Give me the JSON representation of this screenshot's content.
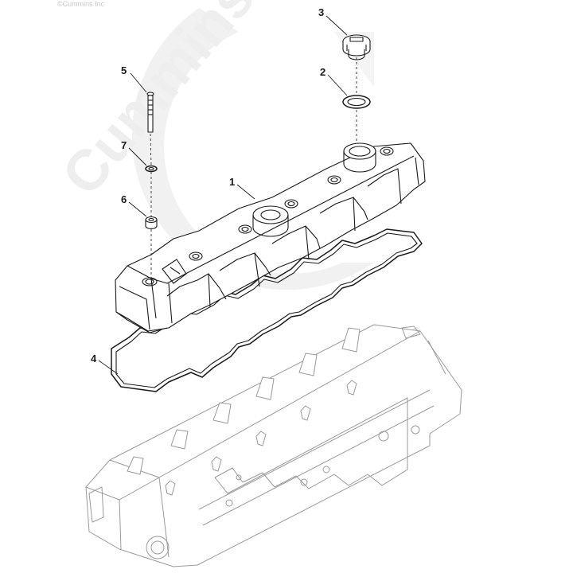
{
  "copyright": "©Cummins Inc",
  "watermark": {
    "brand_text": "Cummins",
    "registered_mark": "®"
  },
  "callouts": [
    {
      "id": "1",
      "label": "1"
    },
    {
      "id": "2",
      "label": "2"
    },
    {
      "id": "3",
      "label": "3"
    },
    {
      "id": "4",
      "label": "4"
    },
    {
      "id": "5",
      "label": "5"
    },
    {
      "id": "6",
      "label": "6"
    },
    {
      "id": "7",
      "label": "7"
    }
  ],
  "colors": {
    "line": "#1a1a1a",
    "ghost_line": "#9a9a9a",
    "watermark": "#eeeeee"
  }
}
